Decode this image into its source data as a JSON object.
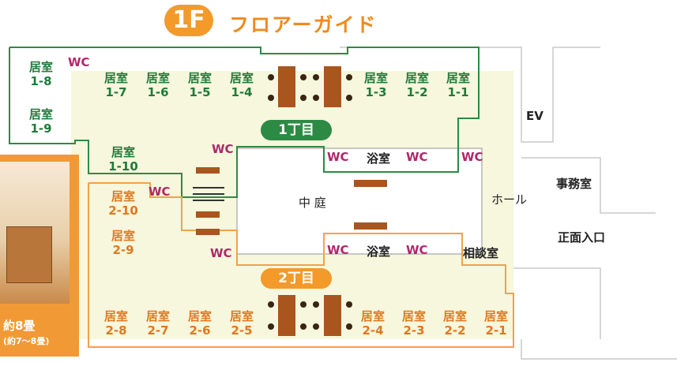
{
  "title": {
    "badge": "1F",
    "text": "フロアーガイド"
  },
  "zones": {
    "zone1": "1丁目",
    "zone2": "2丁目"
  },
  "rooms_zone1": [
    {
      "label": "居室",
      "num": "1-8"
    },
    {
      "label": "居室",
      "num": "1-9"
    },
    {
      "label": "居室",
      "num": "1-7"
    },
    {
      "label": "居室",
      "num": "1-6"
    },
    {
      "label": "居室",
      "num": "1-5"
    },
    {
      "label": "居室",
      "num": "1-4"
    },
    {
      "label": "居室",
      "num": "1-3"
    },
    {
      "label": "居室",
      "num": "1-2"
    },
    {
      "label": "居室",
      "num": "1-1"
    },
    {
      "label": "居室",
      "num": "1-10"
    }
  ],
  "rooms_zone2": [
    {
      "label": "居室",
      "num": "2-10"
    },
    {
      "label": "居室",
      "num": "2-9"
    },
    {
      "label": "居室",
      "num": "2-8"
    },
    {
      "label": "居室",
      "num": "2-7"
    },
    {
      "label": "居室",
      "num": "2-6"
    },
    {
      "label": "居室",
      "num": "2-5"
    },
    {
      "label": "居室",
      "num": "2-4"
    },
    {
      "label": "居室",
      "num": "2-3"
    },
    {
      "label": "居室",
      "num": "2-2"
    },
    {
      "label": "居室",
      "num": "2-1"
    }
  ],
  "facilities": {
    "wc": "WC",
    "bath": "浴室",
    "courtyard": "中 庭",
    "hall": "ホール",
    "ev": "EV",
    "office": "事務室",
    "entrance": "正面入口",
    "consult": "相談室"
  },
  "photo": {
    "line1": "約8畳",
    "line2": "(約7～8畳)"
  },
  "colors": {
    "green": "#1f7a3a",
    "orange": "#f39a2a",
    "wc": "#b0276b",
    "floor": "#f6f7dc"
  }
}
